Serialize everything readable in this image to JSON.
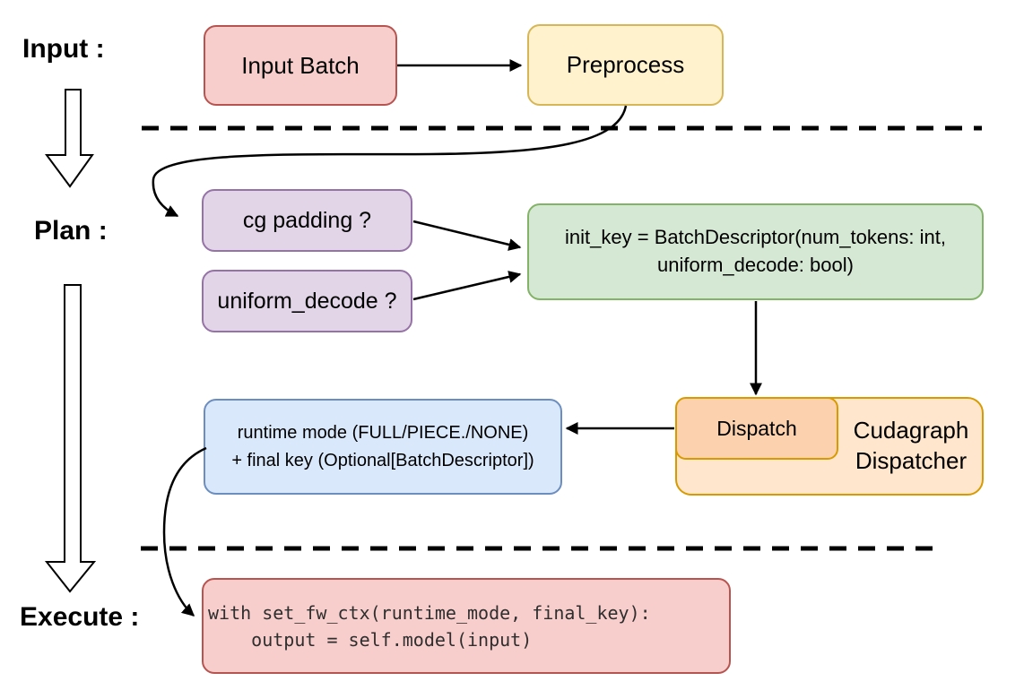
{
  "phase_labels": {
    "input": "Input :",
    "plan": "Plan :",
    "execute": "Execute :"
  },
  "nodes": {
    "input_batch": {
      "label": "Input Batch",
      "fill": "#F8CECC",
      "stroke": "#B85450"
    },
    "preprocess": {
      "label": "Preprocess",
      "fill": "#FFF2CC",
      "stroke": "#D6B656"
    },
    "cg_padding": {
      "label": "cg padding ?",
      "fill": "#E1D5E7",
      "stroke": "#9673A6"
    },
    "uniform_decode": {
      "label": "uniform_decode ?",
      "fill": "#E1D5E7",
      "stroke": "#9673A6"
    },
    "init_key": {
      "lines": [
        "init_key = BatchDescriptor(num_tokens: int,",
        "uniform_decode: bool)"
      ],
      "fill": "#D5E8D4",
      "stroke": "#82B366"
    },
    "cudagraph_dispatcher": {
      "lines": [
        "Cudagraph",
        "Dispatcher"
      ],
      "fill": "#FFE6CC",
      "stroke": "#D79B00"
    },
    "dispatch": {
      "label": "Dispatch",
      "fill": "#FBD1AE",
      "stroke": "#D79B00"
    },
    "runtime_mode": {
      "lines": [
        "runtime mode (FULL/PIECE./NONE)",
        "+ final key (Optional[BatchDescriptor])"
      ],
      "fill": "#DAE8FC",
      "stroke": "#6C8EBF"
    },
    "execute_code": {
      "lines": [
        "with set_fw_ctx(runtime_mode, final_key):",
        "    output = self.model(input)"
      ],
      "fill": "#F8CECC",
      "stroke": "#B85450",
      "text_color": "#2E2E2E"
    }
  },
  "connectors": {
    "color": "#000000",
    "dash_color": "#000000"
  }
}
